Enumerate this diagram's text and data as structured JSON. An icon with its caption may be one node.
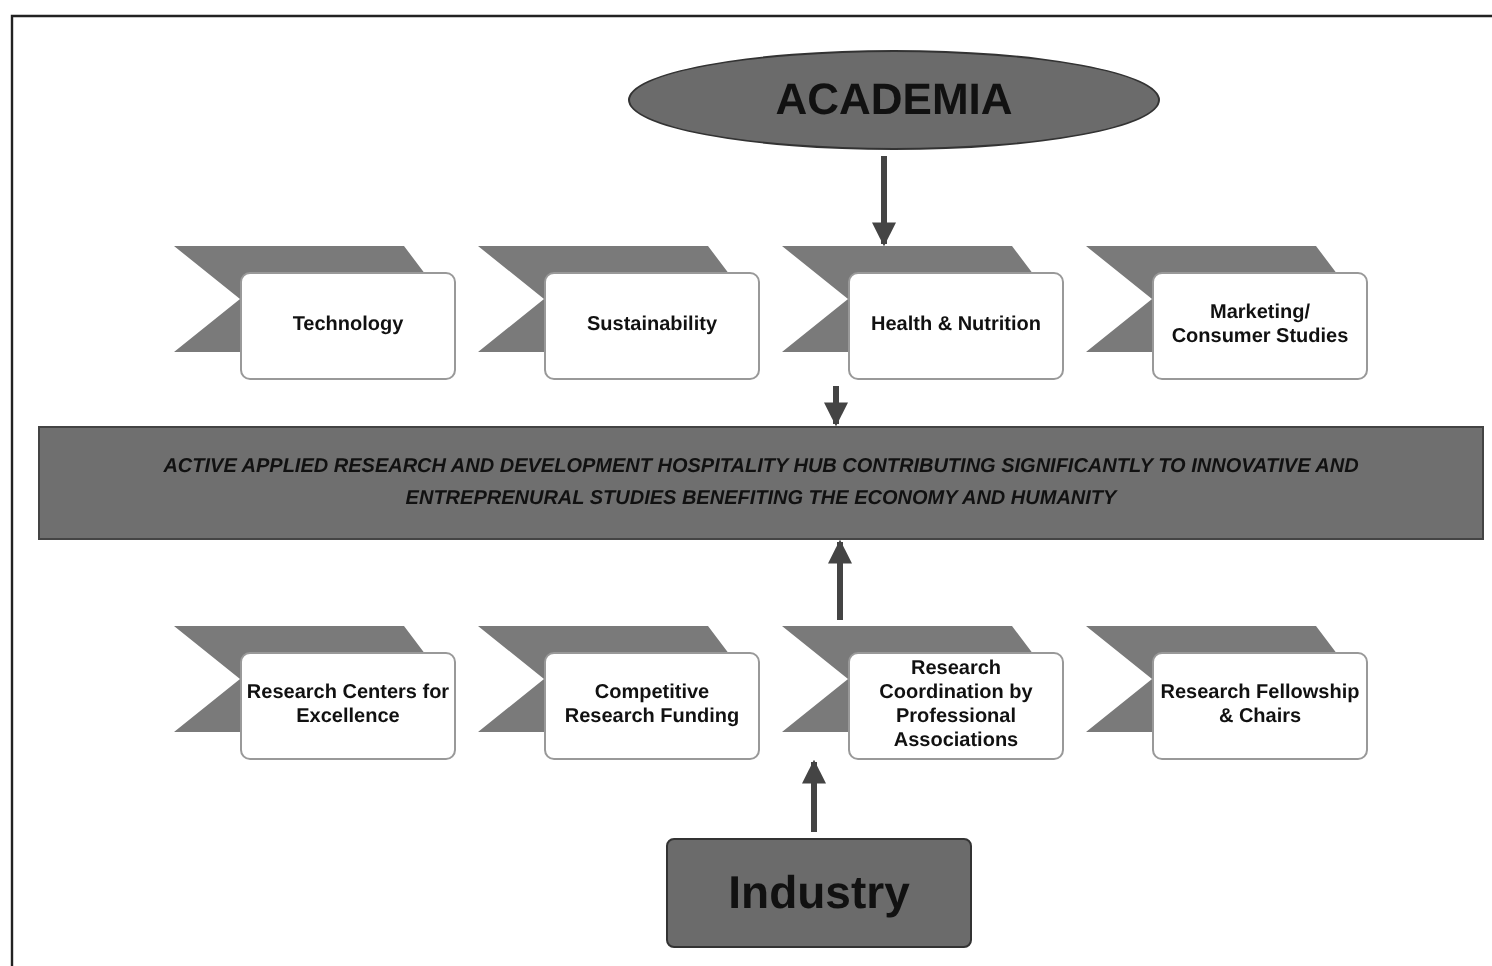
{
  "diagram": {
    "nodes": [
      {
        "text": [
          "ACADEMIA"
        ]
      },
      {
        "text": [
          "Technology"
        ]
      },
      {
        "text": [
          "Sustainability"
        ]
      },
      {
        "text": [
          "Health & Nutrition"
        ]
      },
      {
        "text": [
          "Marketing/ Consumer Studies"
        ]
      },
      {
        "text": [
          "ACTIVE APPLIED RESEARCH AND DEVELOPMENT HOSPITALITY HUB CONTRIBUTING SIGNIFICANTLY TO INNOVATIVE AND ENTREPRENURAL STUDIES BENEFITING THE ECONOMY AND HUMANITY"
        ]
      },
      {
        "text": [
          "Research Centers for Excellence"
        ]
      },
      {
        "text": [
          "Competitive Research Funding"
        ]
      },
      {
        "text": [
          "Research Coordination by Professional Associations"
        ]
      },
      {
        "text": [
          "Research Fellowship & Chairs"
        ]
      },
      {
        "text": [
          "Industry"
        ]
      }
    ],
    "edges": [
      {
        "from": 0,
        "to": 3,
        "arrow": "to"
      },
      {
        "from": 3,
        "to": 5,
        "arrow": "to"
      },
      {
        "from": 8,
        "to": 5,
        "arrow": "to"
      },
      {
        "from": 10,
        "to": 8,
        "arrow": "to"
      }
    ]
  }
}
